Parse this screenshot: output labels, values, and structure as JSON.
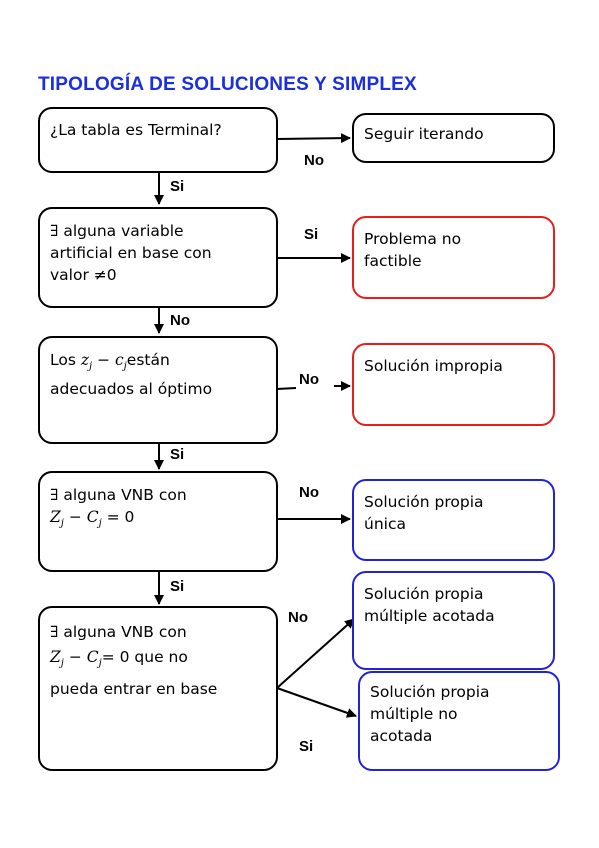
{
  "title": "TIPOLOGÍA DE SOLUCIONES Y SIMPLEX",
  "colors": {
    "title": "#1a2fe0",
    "red_border": "#e61e1e",
    "blue_border": "#2323d6",
    "black": "#000000"
  },
  "decisions": {
    "d1": {
      "text": "¿La tabla es Terminal?"
    },
    "d2": {
      "symbol": "∃",
      "line1": " alguna variable",
      "line2": "artificial en base con",
      "line3_pre": "valor ",
      "neq": "≠",
      "line3_post": "0"
    },
    "d3": {
      "pre": "Los ",
      "z": "z",
      "j1": "j",
      "minus": " − ",
      "c": "c",
      "j2": "j",
      "post": "están",
      "line2": "adecuados al óptimo"
    },
    "d4": {
      "symbol": "∃",
      "line1": " alguna VNB con",
      "z": "Z",
      "j1": "j",
      "minus": " − ",
      "c": "C",
      "j2": "j",
      "post": " = 0"
    },
    "d5": {
      "symbol": "∃",
      "line1": " alguna VNB con",
      "z": "Z",
      "j1": "j",
      "minus": " − ",
      "c": "C",
      "j2": "j",
      "post": "= 0 que no",
      "line3": "pueda entrar en base"
    }
  },
  "outcomes": {
    "o1": {
      "line1": "Seguir iterando"
    },
    "o2": {
      "line1": "Problema no",
      "line2": "factible"
    },
    "o3": {
      "line1": "Solución impropia"
    },
    "o4": {
      "line1": "Solución propia",
      "line2": "única"
    },
    "o5": {
      "line1": "Solución propia",
      "line2": "múltiple acotada"
    },
    "o6": {
      "line1": "Solución propia",
      "line2": "múltiple no",
      "line3": "acotada"
    }
  },
  "labels": {
    "d1_right": "No",
    "d1_down": "Si",
    "d2_right": "Si",
    "d2_down": "No",
    "d3_right": "No",
    "d3_down": "Si",
    "d4_right": "No",
    "d4_down": "Si",
    "d5_up": "No",
    "d5_down": "Si"
  }
}
